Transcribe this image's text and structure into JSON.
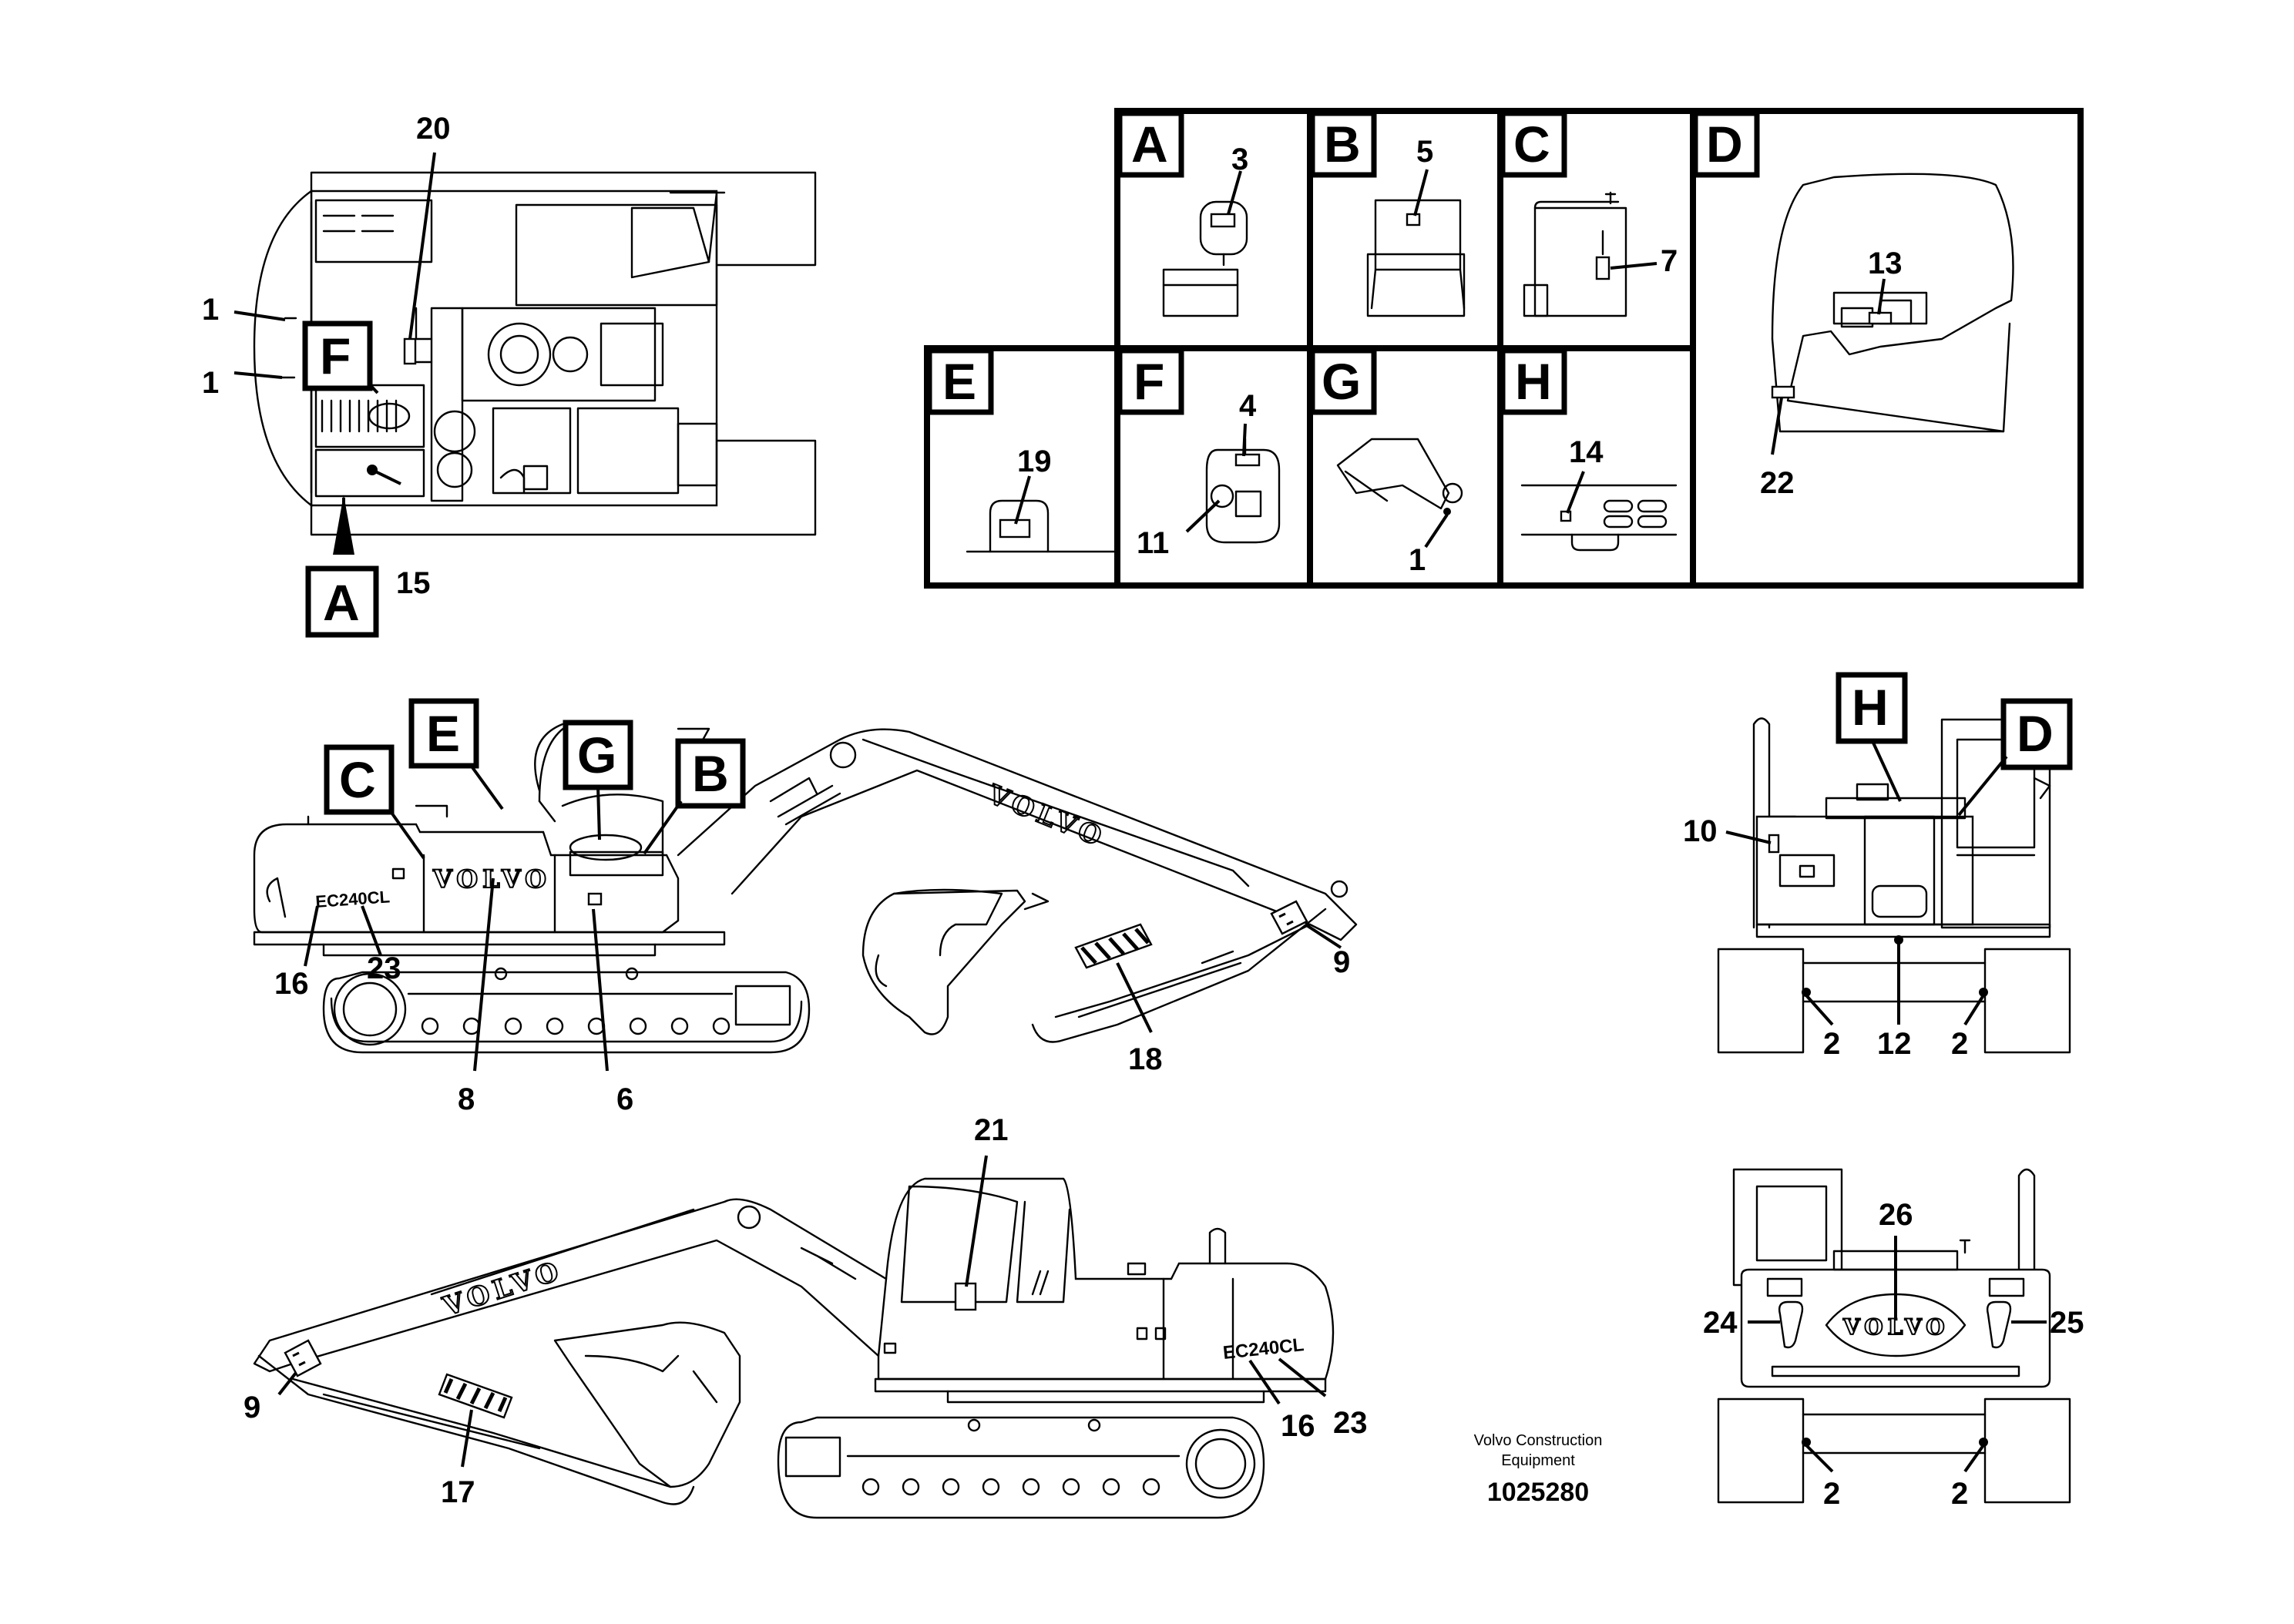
{
  "drawing": {
    "publisher_line1": "Volvo Construction",
    "publisher_line2": "Equipment",
    "drawing_number": "1025280"
  },
  "panels": {
    "A": {
      "label": "A",
      "callouts": [
        "3"
      ]
    },
    "B": {
      "label": "B",
      "callouts": [
        "5"
      ]
    },
    "C": {
      "label": "C",
      "callouts": [
        "7"
      ]
    },
    "D": {
      "label": "D",
      "callouts": [
        "13",
        "22"
      ]
    },
    "E": {
      "label": "E",
      "callouts": [
        "19"
      ]
    },
    "F": {
      "label": "F",
      "callouts": [
        "4",
        "11"
      ]
    },
    "G": {
      "label": "G",
      "callouts": [
        "1"
      ]
    },
    "H": {
      "label": "H",
      "callouts": [
        "14"
      ]
    }
  },
  "top_view": {
    "callouts": [
      "20",
      "1",
      "1",
      "15"
    ],
    "view_letters": [
      "F",
      "A"
    ]
  },
  "left_side_view": {
    "view_letters": [
      "C",
      "E",
      "G",
      "B"
    ],
    "callouts": [
      "16",
      "23",
      "8",
      "6",
      "18",
      "9"
    ],
    "brand_text": "VOLVO",
    "model_text": "EC240CL"
  },
  "front_view": {
    "view_letters": [
      "H",
      "D"
    ],
    "callouts": [
      "10",
      "2",
      "12",
      "2"
    ]
  },
  "right_side_view": {
    "callouts": [
      "21",
      "9",
      "17",
      "16",
      "23"
    ],
    "brand_text": "VOLVO",
    "model_text": "EC240CL"
  },
  "rear_view": {
    "callouts": [
      "26",
      "24",
      "25",
      "2",
      "2"
    ],
    "brand_text": "VOLVO"
  }
}
